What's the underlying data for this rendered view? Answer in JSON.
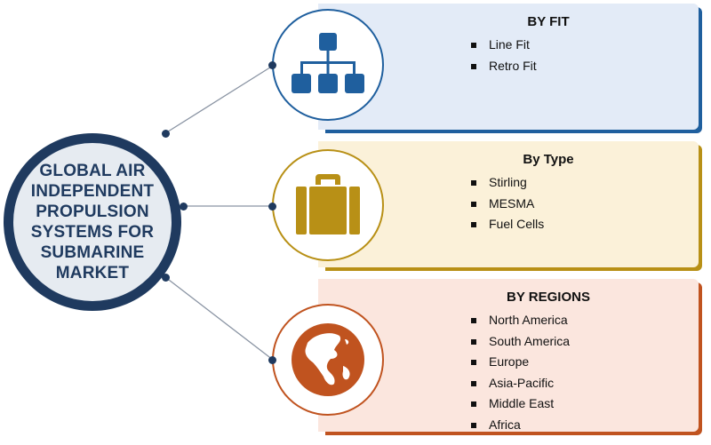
{
  "hub": {
    "title": "GLOBAL AIR INDEPENDENT PROPULSION SYSTEMS FOR SUBMARINE MARKET"
  },
  "segments": [
    {
      "title": "BY FIT",
      "icon": "hierarchy-icon",
      "color": "#1f5f9e",
      "bg": "#e3ebf7",
      "items": [
        "Line Fit",
        "Retro Fit"
      ]
    },
    {
      "title": "By Type",
      "icon": "briefcase-icon",
      "color": "#b89016",
      "bg": "#fbf1d9",
      "items": [
        "Stirling",
        "MESMA",
        "Fuel Cells"
      ]
    },
    {
      "title": "BY REGIONS",
      "icon": "globe-icon",
      "color": "#c0531f",
      "bg": "#fbe6de",
      "items": [
        "North America",
        "South America",
        "Europe",
        "Asia-Pacific",
        "Middle East",
        "Africa"
      ]
    }
  ]
}
